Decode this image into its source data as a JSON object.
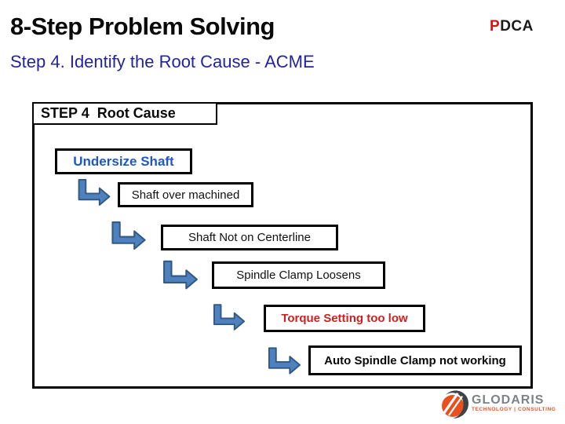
{
  "header": {
    "title": "8-Step Problem Solving",
    "pdca_p": "P",
    "pdca_dca": "DCA",
    "subtitle": "Step 4. Identify the Root Cause - ACME"
  },
  "diagram": {
    "header_label": "STEP 4  Root Cause",
    "nodes": [
      {
        "label": "Undersize Shaft"
      },
      {
        "label": "Shaft over machined"
      },
      {
        "label": "Shaft Not on Centerline"
      },
      {
        "label": "Spindle Clamp Loosens"
      },
      {
        "label": "Torque Setting too low"
      },
      {
        "label": "Auto Spindle Clamp not working"
      }
    ],
    "arrow_icon": "elbow-bent-arrow",
    "colors": {
      "node_border": "#000000",
      "highlight_blue": "#2156c4",
      "highlight_red": "#cf2020",
      "arrow_fill": "#4e81bd",
      "arrow_stroke": "#325a82",
      "subtitle_blue": "#2323a0",
      "pdca_p_red": "#e01010"
    }
  },
  "logo": {
    "name": "GLODARIS",
    "tagline": "TECHNOLOGY | CONSULTING"
  }
}
